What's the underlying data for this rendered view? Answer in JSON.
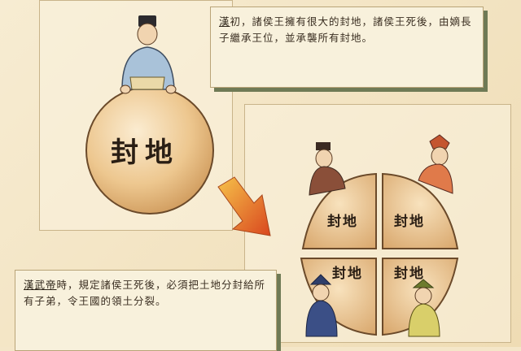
{
  "captions": {
    "top": {
      "highlight": "漢",
      "text": "初，諸侯王擁有很大的封地，諸侯王死後，由嫡長子繼承王位，並承襲所有封地。"
    },
    "bottom": {
      "highlight": "漢武帝",
      "text": "時，規定諸侯王死後，必須把土地分封給所有子弟，令王國的領土分裂。"
    }
  },
  "labels": {
    "whole": "封地",
    "q1": "封地",
    "q2": "封地",
    "q3": "封地",
    "q4": "封地"
  },
  "colors": {
    "background": "#f4e6c8",
    "land": "#e8bf88",
    "arrow": "#e5762a",
    "caption_shadow": "#6f7a55"
  }
}
